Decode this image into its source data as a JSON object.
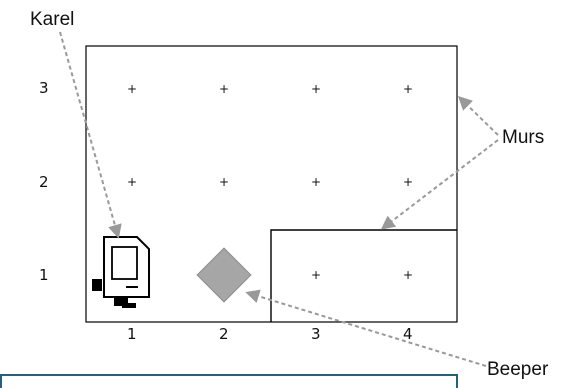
{
  "callouts": {
    "karel": "Karel",
    "walls": "Murs",
    "beeper": "Beeper"
  },
  "world": {
    "columns": [
      "1",
      "2",
      "3",
      "4"
    ],
    "rows": [
      "1",
      "2",
      "3"
    ],
    "corner_marker": "+",
    "karel_position": {
      "col": 1,
      "row": 1
    },
    "beeper_position": {
      "col": 2,
      "row": 1
    }
  },
  "colors": {
    "arrow": "#999999",
    "beeper": "#a6a6a6",
    "walls": "#000000",
    "info_box_border": "#245f80"
  },
  "icons": {
    "robot": "karel-robot-icon",
    "beeper": "beeper-diamond-icon"
  }
}
